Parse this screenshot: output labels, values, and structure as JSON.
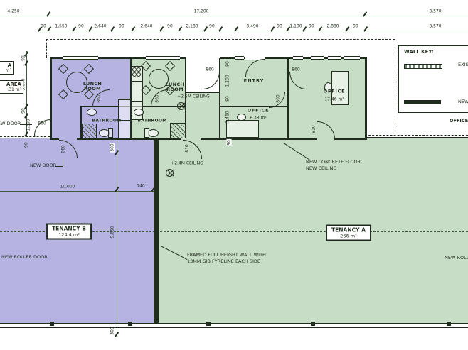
{
  "colors": {
    "tenancy_b_fill": "#b6b3e3",
    "tenancy_a_fill": "#c8ddc6",
    "wall": "#1f2b1d",
    "line": "#3f5a3c",
    "text": "#233021"
  },
  "dimensions": {
    "row1": [
      "4,250",
      "17,200",
      "8,570"
    ],
    "row2": [
      "90",
      "1,550",
      "90",
      "2,640",
      "90",
      "2,640",
      "90",
      "2,180",
      "90",
      "3,490",
      "90",
      "1,100",
      "90",
      "2,880",
      "90",
      "8,570"
    ],
    "left_chain": [
      "90",
      "3,060",
      "90",
      "1,200"
    ],
    "entry_chain": [
      "90",
      "1,200",
      "90",
      "2,460"
    ],
    "hall": {
      "width": "10,000",
      "height": "9,650",
      "wall_offset": "140",
      "top_offset": "300",
      "bottom_offset": "300",
      "left_offset": "90",
      "green_wall": "90"
    },
    "doors": {
      "left_door": "860",
      "hall_door_b": "860",
      "hall_door_a": "810",
      "bathroom_b": "860",
      "bathroom_a": "860",
      "entry_left": "860",
      "entry_right": "860",
      "office_small": "860",
      "office_large": "810"
    }
  },
  "rooms": {
    "lunch_b": "LUNCH ROOM",
    "lunch_a": "LUNCH ROOM",
    "bathroom_b": "BATHROOM",
    "bathroom_a": "BATHROOM",
    "entry": "ENTRY",
    "office_small": {
      "name": "OFFICE",
      "area": "8.38 m²"
    },
    "office_large": {
      "name": "OFFICE",
      "area": "17.46 m²"
    }
  },
  "tenancies": {
    "a": {
      "name": "TENANCY A",
      "area": "266 m²"
    },
    "b": {
      "name": "TENANCY B",
      "area": "124.4 m²"
    }
  },
  "annotations": {
    "new_door": "NEW DOOR",
    "new_door_left": "NEW DOOR",
    "roller_left": "NEW ROLLER DOOR",
    "roller_right": "NEW ROLLER DOOR",
    "framed_line1": "FRAMED FULL HEIGHT WALL WITH",
    "framed_line2": "13MM GIB FYRELINE EACH SIDE",
    "concrete_line1": "NEW CONCRETE FLOOR",
    "concrete_line2": "NEW CEILING",
    "ceiling_25": "+2.5M CEILING",
    "ceiling_24": "+2.4M CEILING",
    "cut_label_top_line1": "A",
    "cut_label_top_line2": "m²",
    "cut_label_area_line1": "AREA",
    "cut_label_area_line2": ".31 m²",
    "office_cut": "OFFICE"
  },
  "wall_key": {
    "title": "WALL KEY:",
    "existing_label": "EXISTING",
    "new_label": "NEW WALLS"
  }
}
